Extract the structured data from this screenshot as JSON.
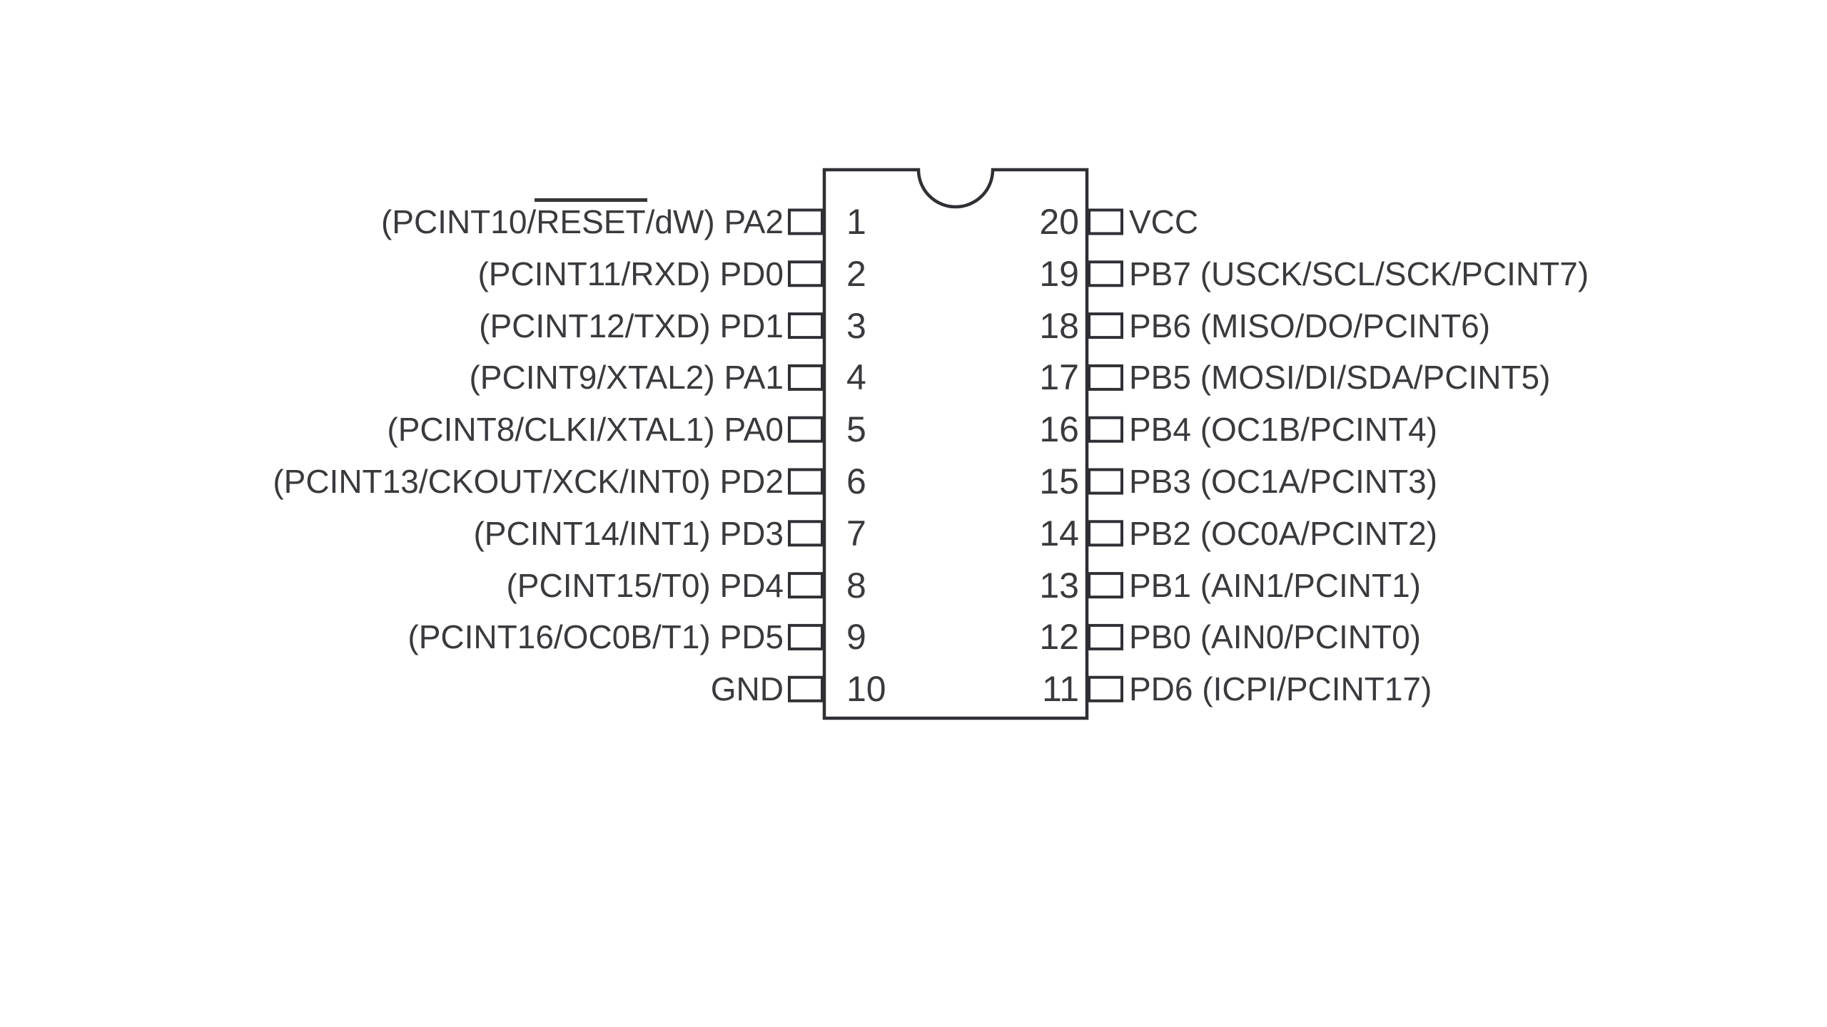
{
  "diagram": {
    "package": "20-pin DIP pinout",
    "colors": {
      "background": "#ffffff",
      "outline": "#2f2f34",
      "text": "#3a3a3e"
    },
    "left_pins": [
      {
        "num": "1",
        "label_pre": "(PCINT10/",
        "label_overline": "RESET",
        "label_post": "/dW) PA2"
      },
      {
        "num": "2",
        "label": "(PCINT11/RXD) PD0"
      },
      {
        "num": "3",
        "label": "(PCINT12/TXD) PD1"
      },
      {
        "num": "4",
        "label": "(PCINT9/XTAL2) PA1"
      },
      {
        "num": "5",
        "label": "(PCINT8/CLKI/XTAL1) PA0"
      },
      {
        "num": "6",
        "label": "(PCINT13/CKOUT/XCK/INT0) PD2"
      },
      {
        "num": "7",
        "label": "(PCINT14/INT1) PD3"
      },
      {
        "num": "8",
        "label": "(PCINT15/T0) PD4"
      },
      {
        "num": "9",
        "label": "(PCINT16/OC0B/T1) PD5"
      },
      {
        "num": "10",
        "label": "GND"
      }
    ],
    "right_pins": [
      {
        "num": "20",
        "label": "VCC"
      },
      {
        "num": "19",
        "label": "PB7 (USCK/SCL/SCK/PCINT7)"
      },
      {
        "num": "18",
        "label": "PB6 (MISO/DO/PCINT6)"
      },
      {
        "num": "17",
        "label": "PB5 (MOSI/DI/SDA/PCINT5)"
      },
      {
        "num": "16",
        "label": "PB4 (OC1B/PCINT4)"
      },
      {
        "num": "15",
        "label": "PB3 (OC1A/PCINT3)"
      },
      {
        "num": "14",
        "label": "PB2 (OC0A/PCINT2)"
      },
      {
        "num": "13",
        "label": "PB1 (AIN1/PCINT1)"
      },
      {
        "num": "12",
        "label": "PB0 (AIN0/PCINT0)"
      },
      {
        "num": "11",
        "label": "PD6 (ICPI/PCINT17)"
      }
    ]
  }
}
